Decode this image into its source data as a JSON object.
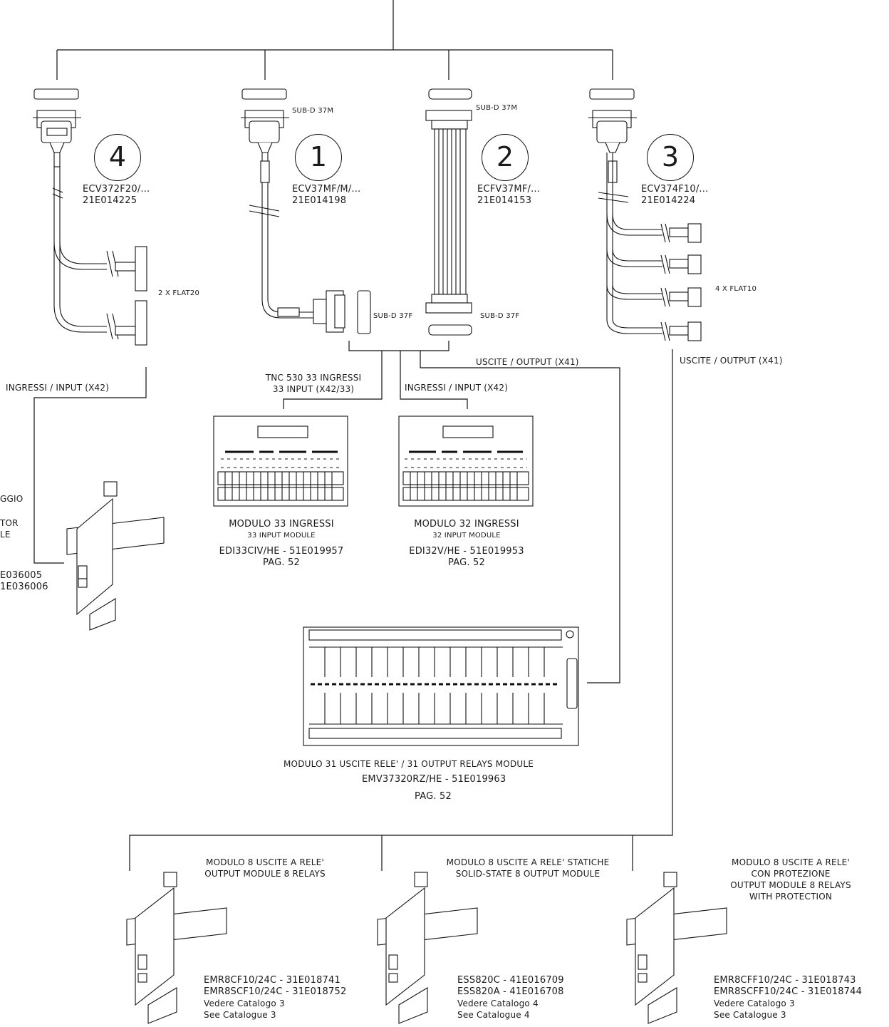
{
  "cables": {
    "c4": {
      "number": "4",
      "code": "ECV372F20/...",
      "article": "21E014225",
      "note": "2 X FLAT20"
    },
    "c1": {
      "number": "1",
      "code": "ECV37MF/M/...",
      "article": "21E014198",
      "top_connector": "SUB-D 37M",
      "bottom_connector": "SUB-D 37F"
    },
    "c2": {
      "number": "2",
      "code": "ECFV37MF/...",
      "article": "21E014153",
      "top_connector": "SUB-D 37M",
      "bottom_connector": "SUB-D 37F"
    },
    "c3": {
      "number": "3",
      "code": "ECV374F10/...",
      "article": "21E014224",
      "note": "4 X FLAT10"
    }
  },
  "signals": {
    "input_left": "INGRESSI / INPUT (X42)",
    "input_mid": "INGRESSI / INPUT (X42)",
    "tnc_line1": "TNC 530 33 INGRESSI",
    "tnc_line2": "33 INPUT (X42/33)",
    "output_mid": "USCITE / OUTPUT (X41)",
    "output_right": "USCITE / OUTPUT (X41)"
  },
  "modules": {
    "m33": {
      "title": "MODULO 33 INGRESSI",
      "subtitle": "33 INPUT MODULE",
      "code": "EDI33CIV/HE - 51E019957",
      "page": "PAG. 52"
    },
    "m32": {
      "title": "MODULO 32 INGRESSI",
      "subtitle": "32 INPUT MODULE",
      "code": "EDI32V/HE - 51E019953",
      "page": "PAG. 52"
    },
    "m31": {
      "title": "MODULO 31 USCITE RELE' / 31 OUTPUT RELAYS MODULE",
      "code": "EMV37320RZ/HE - 51E019963",
      "page": "PAG. 52"
    },
    "left_partial": {
      "line1": "GGIO",
      "line2": "TOR",
      "line3": "LE",
      "code1": "E036005",
      "code2": "1E036006"
    }
  },
  "din_modules": {
    "d1": {
      "title1": "MODULO 8 USCITE A RELE'",
      "title2": "OUTPUT MODULE 8 RELAYS",
      "code1": "EMR8CF10/24C - 31E018741",
      "code2": "EMR8SCF10/24C - 31E018752",
      "cat1": "Vedere Catalogo 3",
      "cat2": "See Catalogue 3"
    },
    "d2": {
      "title1": "MODULO 8 USCITE A RELE' STATICHE",
      "title2": "SOLID-STATE 8 OUTPUT MODULE",
      "code1": "ESS820C - 41E016709",
      "code2": "ESS820A - 41E016708",
      "cat1": "Vedere Catalogo 4",
      "cat2": "See Catalogue 4"
    },
    "d3": {
      "title1": "MODULO 8 USCITE A RELE'",
      "title2": "CON PROTEZIONE",
      "title3": "OUTPUT MODULE 8 RELAYS",
      "title4": "WITH PROTECTION",
      "code1": "EMR8CFF10/24C - 31E018743",
      "code2": "EMR8SCFF10/24C - 31E018744",
      "cat1": "Vedere Catalogo 3",
      "cat2": "See Catalogue 3"
    }
  }
}
